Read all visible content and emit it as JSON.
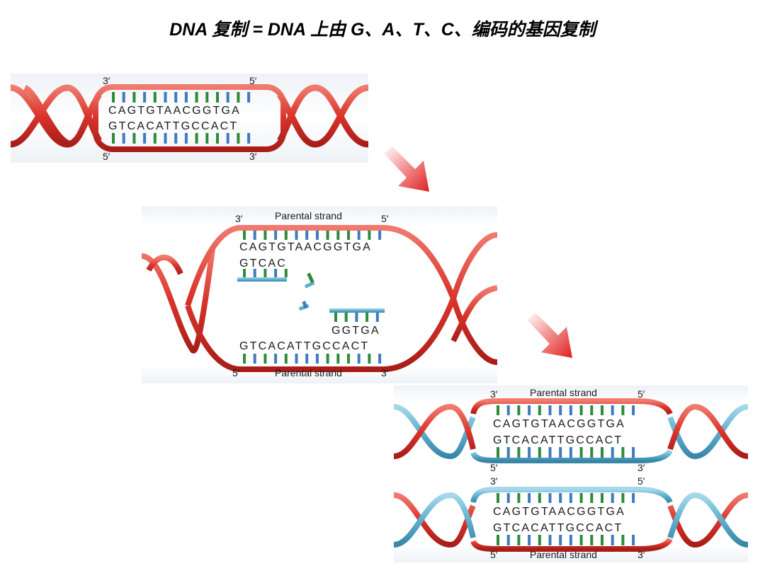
{
  "title": "DNA 复制 = DNA 上由 G、A、T、C、编码的基因复制",
  "labels": {
    "prime3": "3′",
    "prime5": "5′",
    "parental": "Parental strand"
  },
  "sequences": {
    "top": "CAGTGTAACGGTGA",
    "bottom": "GTCACATTGCCACT",
    "leading_fragment": "GTCAC",
    "lagging_fragment": "GGTGA"
  },
  "colors": {
    "red_strand": "#d9342b",
    "blue_strand": "#5fb0d0",
    "base_green": "#2e8b3a",
    "base_blue": "#3e7bbf",
    "arrow": "#e83030"
  }
}
